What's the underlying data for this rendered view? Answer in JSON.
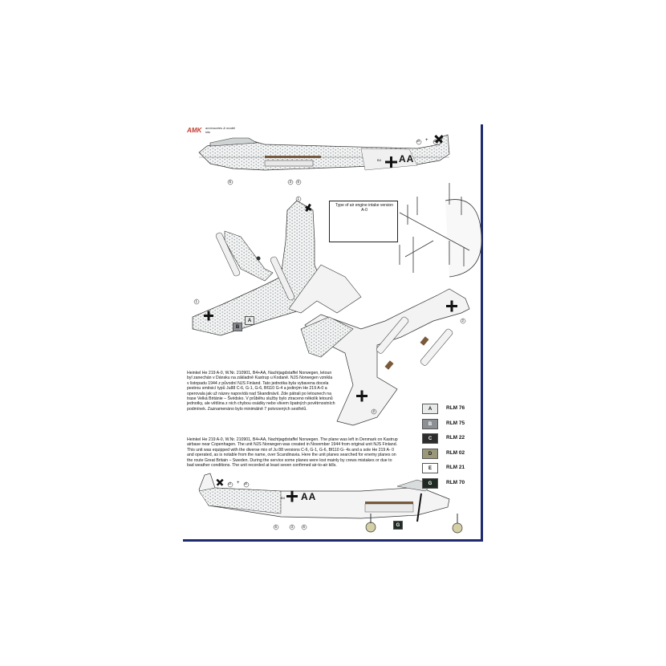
{
  "brand": {
    "logo": "AMK",
    "tagline": "accessories & model kits"
  },
  "callout": {
    "text": "Type of air engine intake version A-0"
  },
  "description_cz": "Heinkel He 219 A-0, W.Nr. 210901, B4+AA,  Nachtjagdstaffel Norwegen, letoun byl zanechán v Dánsku na základně Kastrup u Kodaně. NJS Norwegen  vznikla v listopadu 1944 z původní NJS Finland. Tato jednotka byla  vybavena  docela pestrou směsicí typů Ju88 C-6, G-1, G-6, Bf110 G-4  a jediným He 219 A-0 a operovala jak už název napovídá nad Skandinávií.  Zde pátrali po letounech na trase Velká Británie – Švédsko. V průběhu  služby bylo ztraceno několik letounů jednotky, ale většina z nich chybou osádky nebo vlivem špatných povětrnostních podmínek. Zaznamenáno  bylo minimálně 7 potvrzených sestřelů.",
  "description_en": "Heinkel He 219 A-0, W.Nr. 210901, B4+AA,  Nachtjagdstaffel Norwegen. The plane was left in Denmark on Kastrup airbase near Copenhagen. The unit NJS Norwegen was created in November 1944 from original unit NJS Finland. This unit was equipped with the diverse mix of Ju 88 versions C-6, G-1, G-6, Bf110 G- 4s and a sole He 219 A- 0 and operated, as is notable from the name, over Scandinavia. Here the unit planes searched for enemy planes on the route Great Britain – Sweden. During the service some planes were lost mainly by crews mistakes or due to bad weather conditions. The unit recorded at least seven confirmed air-to-air kills.",
  "code": "AA",
  "code_small": "B4",
  "stencil_plus": "+",
  "markers": [
    "1",
    "2",
    "3",
    "5",
    "6",
    "43",
    "45"
  ],
  "paints": [
    {
      "letter": "A",
      "name": "RLM 76",
      "color": "#e8eaea"
    },
    {
      "letter": "B",
      "name": "RLM 75",
      "color": "#8c8f93"
    },
    {
      "letter": "C",
      "name": "RLM 22",
      "color": "#2d2d2d"
    },
    {
      "letter": "D",
      "name": "RLM 02",
      "color": "#9a9878"
    },
    {
      "letter": "E",
      "name": "RLM 21",
      "color": "#ffffff"
    },
    {
      "letter": "G",
      "name": "RLM 70",
      "color": "#1f2b22"
    }
  ],
  "tags": {
    "b": "B",
    "a": "A",
    "g": "G"
  }
}
